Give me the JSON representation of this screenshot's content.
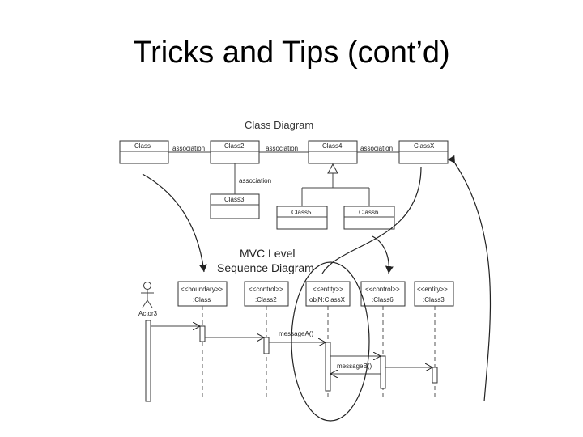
{
  "slide": {
    "title": "Tricks and Tips (cont’d)"
  },
  "class_diagram": {
    "title": "Class Diagram",
    "classes": {
      "c1": "Class",
      "c2": "Class2",
      "c3": "Class3",
      "c4": "Class4",
      "c5": "Class5",
      "c6": "Class6",
      "cx": "ClassX"
    },
    "association_label": "association"
  },
  "sequence_diagram": {
    "title_line1": "MVC Level",
    "title_line2": "Sequence Diagram",
    "actor": "Actor3",
    "lifelines": [
      {
        "stereotype": "<<boundary>>",
        "name": ":Class"
      },
      {
        "stereotype": "<<control>>",
        "name": ":Class2"
      },
      {
        "stereotype": "<<entity>>",
        "name": "objN:ClassX"
      },
      {
        "stereotype": "<<control>>",
        "name": ":Class6"
      },
      {
        "stereotype": "<<entity>>",
        "name": ":Class3"
      }
    ],
    "messages": {
      "a": "messageA()",
      "b": "messageB()"
    }
  }
}
